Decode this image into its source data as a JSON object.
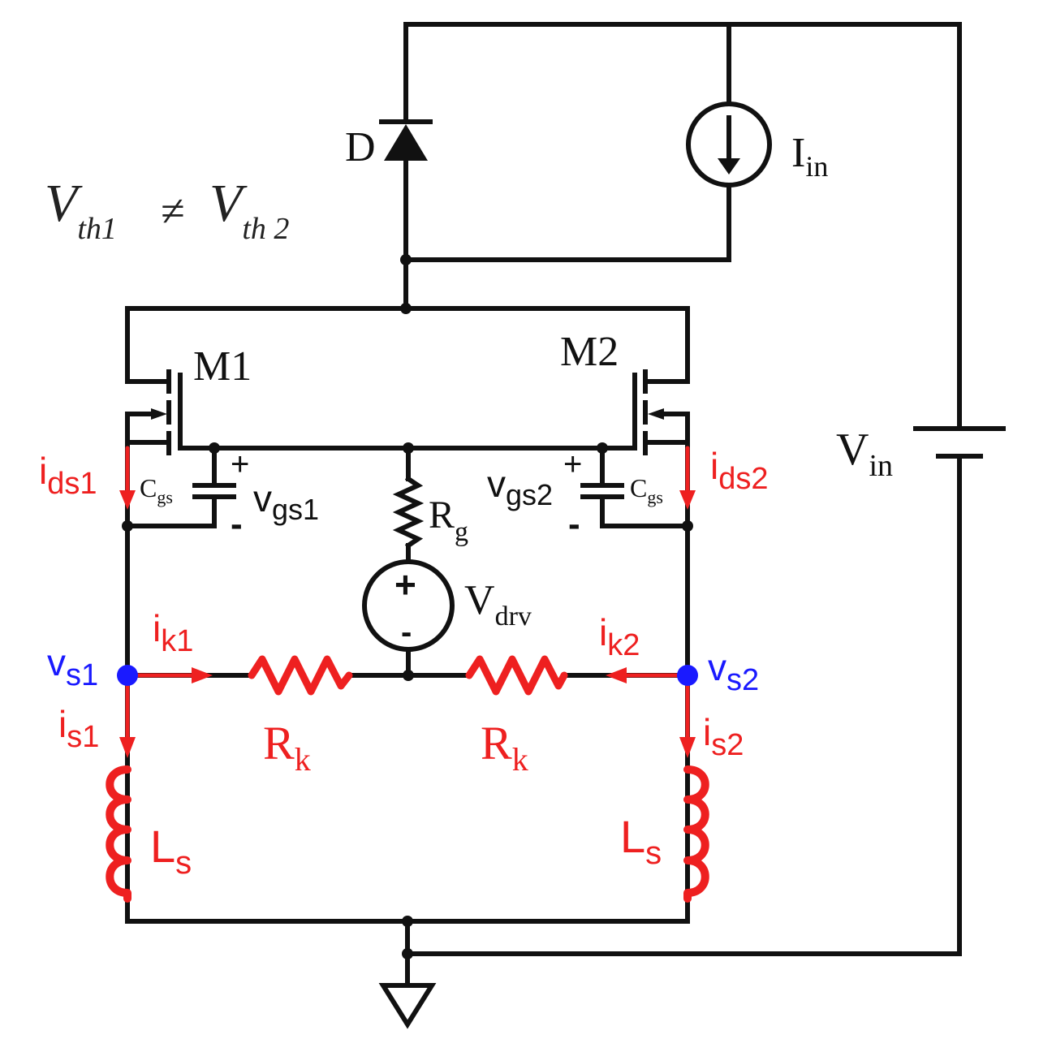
{
  "colors": {
    "wire": "#111111",
    "red": "#ee2020",
    "blue": "#1a1aff"
  },
  "labels": {
    "diode": "D",
    "iin_main": "I",
    "iin_sub": "in",
    "vth1_main": "V",
    "vth1_sub": "th1",
    "neq": "≠",
    "vth2_main": "V",
    "vth2_sub": "th 2",
    "m1": "M1",
    "m2": "M2",
    "vin_main": "V",
    "vin_sub": "in",
    "ids1_main": "i",
    "ids1_sub": "ds1",
    "ids2_main": "i",
    "ids2_sub": "ds2",
    "cgs_main": "C",
    "cgs_sub": "gs",
    "vgs1_main": "v",
    "vgs1_sub": "gs1",
    "vgs2_main": "v",
    "vgs2_sub": "gs2",
    "plus": "+",
    "minus": "-",
    "rg_main": "R",
    "rg_sub": "g",
    "vdrv_main": "V",
    "vdrv_sub": "drv",
    "ik1_main": "i",
    "ik1_sub": "k1",
    "ik2_main": "i",
    "ik2_sub": "k2",
    "vs1_main": "v",
    "vs1_sub": "s1",
    "vs2_main": "v",
    "vs2_sub": "s2",
    "is1_main": "i",
    "is1_sub": "s1",
    "is2_main": "i",
    "is2_sub": "s2",
    "rk_main": "R",
    "rk_sub": "k",
    "ls_main": "L",
    "ls_sub": "s"
  }
}
